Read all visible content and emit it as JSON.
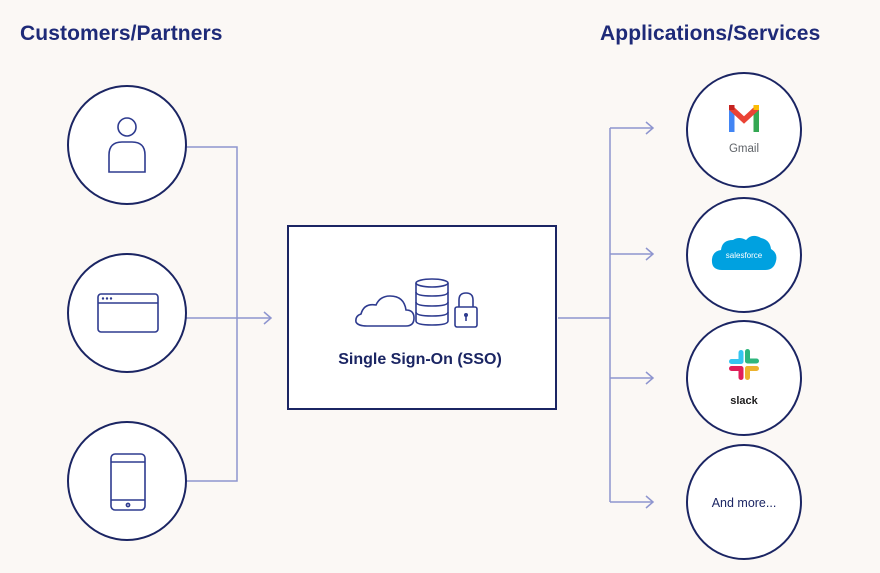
{
  "headings": {
    "left": "Customers/Partners",
    "right": "Applications/Services"
  },
  "center": {
    "label": "Single Sign-On (SSO)"
  },
  "clients": [
    {
      "icon": "user-icon"
    },
    {
      "icon": "browser-window-icon"
    },
    {
      "icon": "mobile-phone-icon"
    }
  ],
  "apps": [
    {
      "icon": "gmail-logo-icon",
      "label": "Gmail"
    },
    {
      "icon": "salesforce-logo-icon",
      "label": "salesforce"
    },
    {
      "icon": "slack-logo-icon",
      "label": "slack"
    },
    {
      "icon": "",
      "label": "And more..."
    }
  ],
  "colors": {
    "heading": "#1e2a78",
    "outline": "#1b2563",
    "connector": "#8e95cf",
    "background": "#fbf8f5",
    "gmail_red": "#ea4335",
    "salesforce_blue": "#00a1e0",
    "slack_blue": "#36c5f0",
    "slack_green": "#2eb67d",
    "slack_yellow": "#ecb22e",
    "slack_red": "#e01e5a"
  }
}
